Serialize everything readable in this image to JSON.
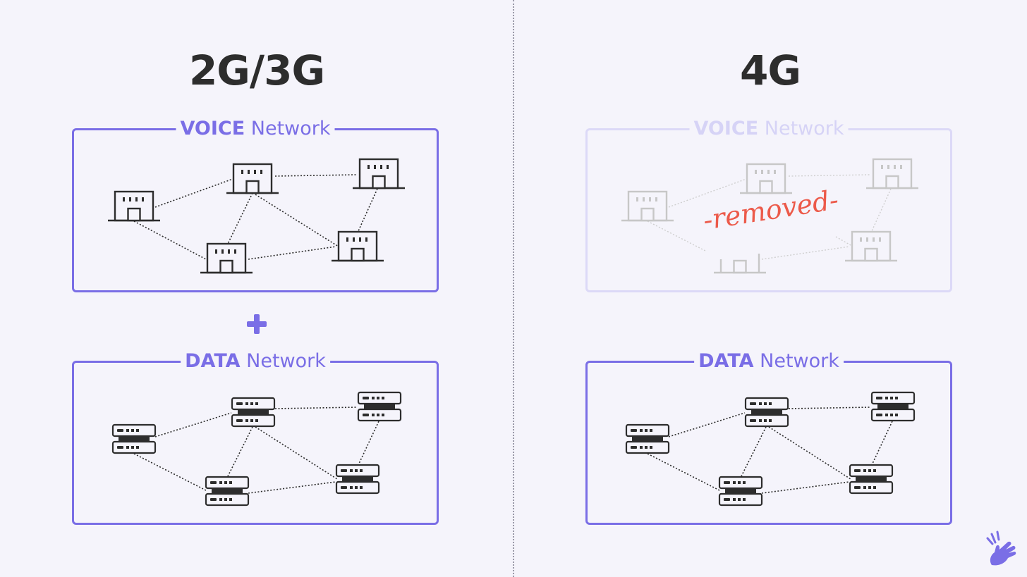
{
  "left": {
    "title": "2G/3G",
    "voice_box": {
      "keyword": "VOICE",
      "suffix": " Network"
    },
    "data_box": {
      "keyword": "DATA",
      "suffix": " Network"
    }
  },
  "right": {
    "title": "4G",
    "voice_box": {
      "keyword": "VOICE",
      "suffix": " Network"
    },
    "data_box": {
      "keyword": "DATA",
      "suffix": " Network"
    },
    "removed_note": "-removed-"
  },
  "colors": {
    "accent": "#7a6ee6",
    "faded_accent": "#dcd9f7",
    "removed_red": "#ec5a4a",
    "icon_dark": "#2d2d2d",
    "icon_faded": "#c7c7c7"
  },
  "icons": {
    "voice_node": "building-icon",
    "data_node": "server-stack-icon",
    "combine": "plus-icon",
    "brand": "hand-logo-icon"
  }
}
